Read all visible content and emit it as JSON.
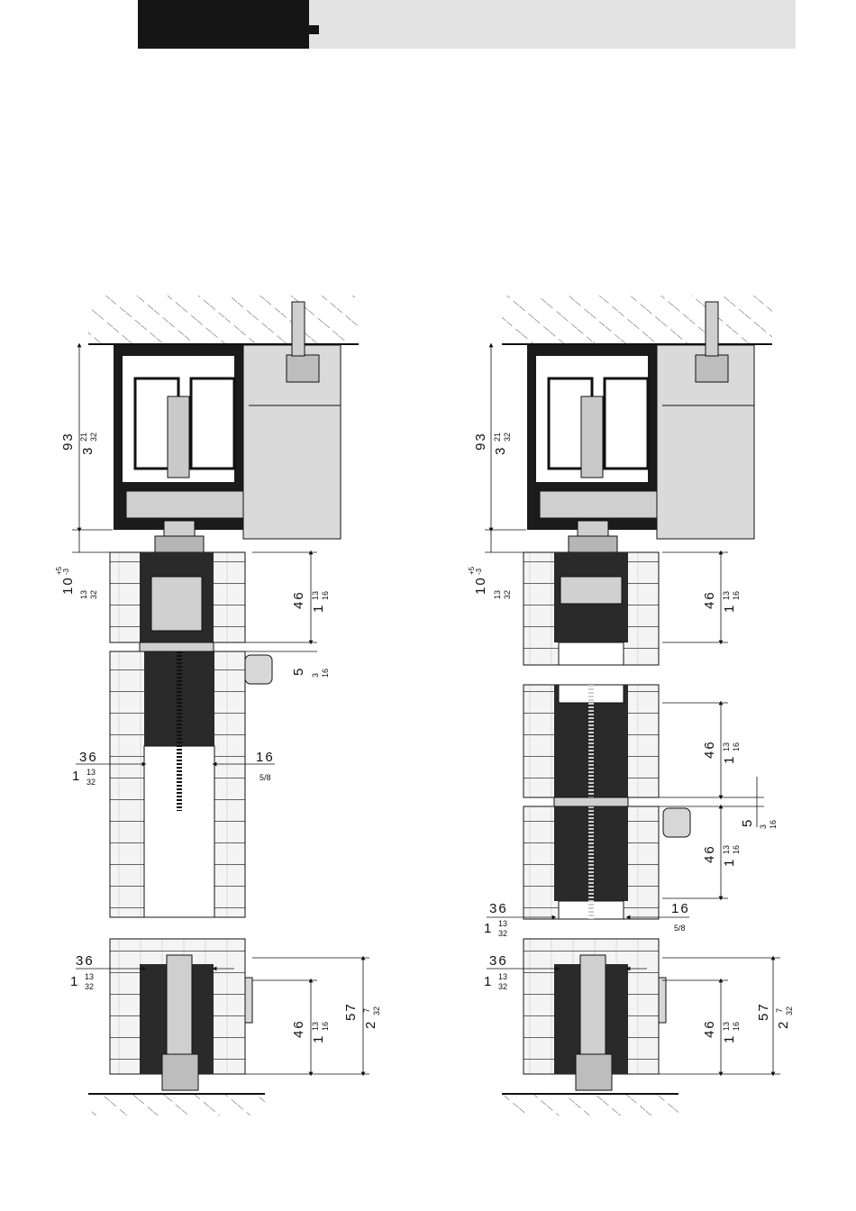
{
  "header": {
    "accent_color": "#151515",
    "bar_color": "#e3e3e3"
  },
  "left_drawing": {
    "dim_height_mm": "93",
    "dim_height_in_whole": "3",
    "dim_height_in_num": "21",
    "dim_height_in_den": "32",
    "dim_gap_mm": "10",
    "dim_gap_tol_plus": "+5",
    "dim_gap_tol_minus": "-3",
    "dim_gap_in_num": "13",
    "dim_gap_in_den": "32",
    "dim_top_panel_mm": "46",
    "dim_top_panel_in_whole": "1",
    "dim_top_panel_in_num": "13",
    "dim_top_panel_in_den": "16",
    "dim_offset_mm": "5",
    "dim_offset_in_num": "3",
    "dim_offset_in_den": "16",
    "dim_width_mm": "36",
    "dim_width_in_whole": "1",
    "dim_width_in_num": "13",
    "dim_width_in_den": "32",
    "dim_right_mm": "16",
    "dim_right_in": "5/8",
    "dim_bottom_width_mm": "36",
    "dim_bottom_width_in_whole": "1",
    "dim_bottom_width_in_num": "13",
    "dim_bottom_width_in_den": "32",
    "dim_bottom_panel_mm": "46",
    "dim_bottom_panel_in_whole": "1",
    "dim_bottom_panel_in_num": "13",
    "dim_bottom_panel_in_den": "16",
    "dim_bottom_total_mm": "57",
    "dim_bottom_total_in_whole": "2",
    "dim_bottom_total_in_num": "7",
    "dim_bottom_total_in_den": "32"
  },
  "right_drawing": {
    "dim_height_mm": "93",
    "dim_height_in_whole": "3",
    "dim_height_in_num": "21",
    "dim_height_in_den": "32",
    "dim_gap_mm": "10",
    "dim_gap_tol_plus": "+5",
    "dim_gap_tol_minus": "-3",
    "dim_gap_in_num": "13",
    "dim_gap_in_den": "32",
    "dim_top_panel_mm": "46",
    "dim_top_panel_in_whole": "1",
    "dim_top_panel_in_num": "13",
    "dim_top_panel_in_den": "16",
    "dim_mid_upper_mm": "46",
    "dim_mid_upper_in_whole": "1",
    "dim_mid_upper_in_num": "13",
    "dim_mid_upper_in_den": "16",
    "dim_offset_mm": "5",
    "dim_offset_in_num": "3",
    "dim_offset_in_den": "16",
    "dim_mid_lower_mm": "46",
    "dim_mid_lower_in_whole": "1",
    "dim_mid_lower_in_num": "13",
    "dim_mid_lower_in_den": "16",
    "dim_width_mm": "36",
    "dim_width_in_whole": "1",
    "dim_width_in_num": "13",
    "dim_width_in_den": "32",
    "dim_right_mm": "16",
    "dim_right_in": "5/8",
    "dim_bottom_width_mm": "36",
    "dim_bottom_width_in_whole": "1",
    "dim_bottom_width_in_num": "13",
    "dim_bottom_width_in_den": "32",
    "dim_bottom_panel_mm": "46",
    "dim_bottom_panel_in_whole": "1",
    "dim_bottom_panel_in_num": "13",
    "dim_bottom_panel_in_den": "16",
    "dim_bottom_total_mm": "57",
    "dim_bottom_total_in_whole": "2",
    "dim_bottom_total_in_num": "7",
    "dim_bottom_total_in_den": "32"
  }
}
